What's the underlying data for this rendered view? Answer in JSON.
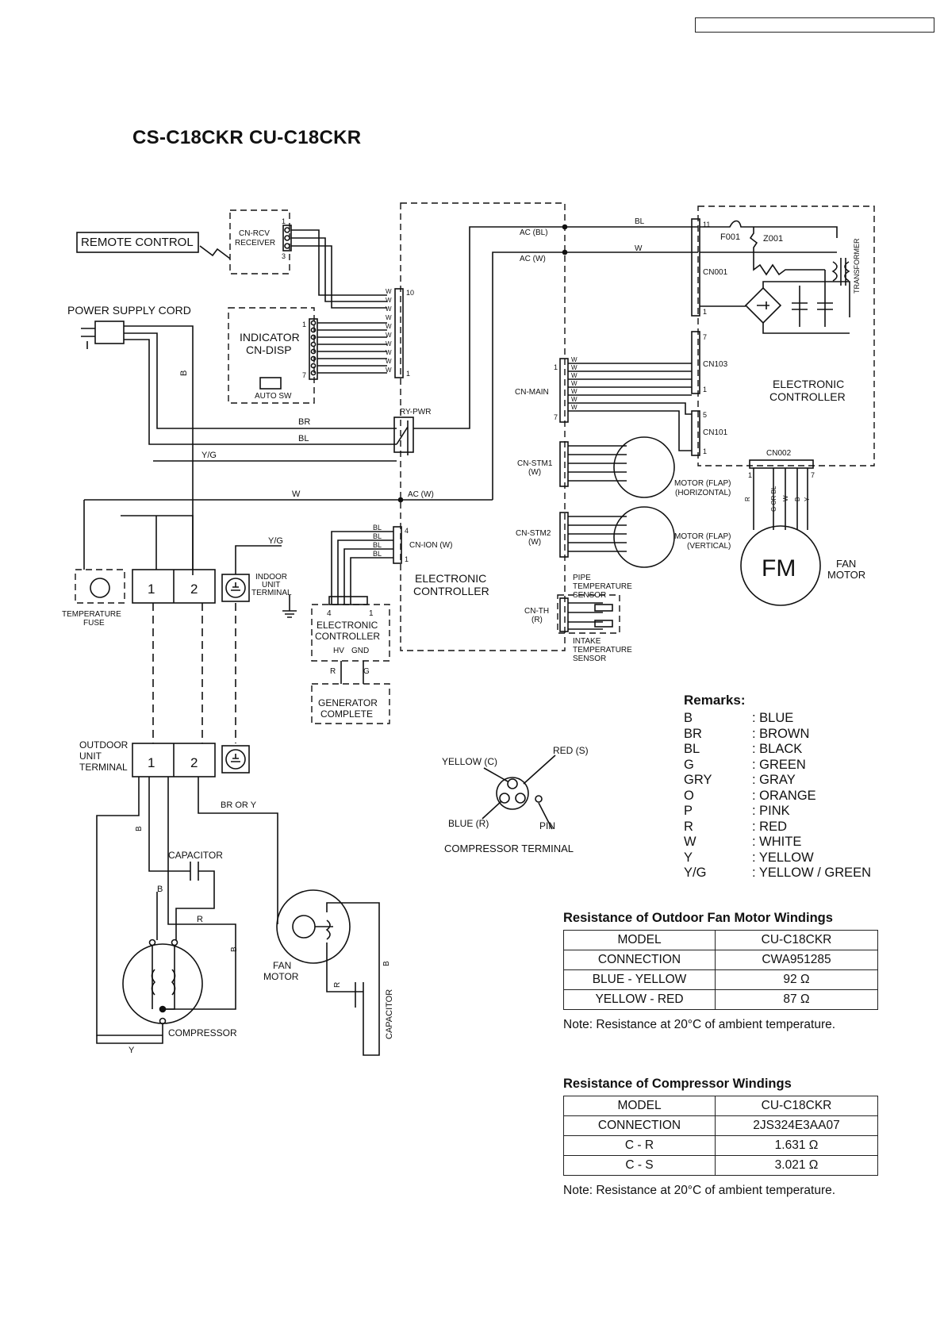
{
  "title": "CS-C18CKR  CU-C18CKR",
  "labels": {
    "remote_control": "REMOTE CONTROL",
    "power_supply_cord": "POWER SUPPLY CORD",
    "cn_rcv": "CN-RCV",
    "receiver": "RECEIVER",
    "indicator": "INDICATOR",
    "cn_disp": "CN-DISP",
    "auto_sw": "AUTO SW",
    "ac_bl": "AC (BL)",
    "ac_w": "AC (W)",
    "ac_w2": "AC (W)",
    "ry_pwr": "RY-PWR",
    "cn_main": "CN-MAIN",
    "cn_stm1": "CN-STM1",
    "cn_stm1_w": "(W)",
    "cn_stm2": "CN-STM2",
    "cn_stm2_w": "(W)",
    "cn_th": "CN-TH",
    "cn_th_r": "(R)",
    "cn_ion": "CN-ION (W)",
    "electronic": "ELECTRONIC",
    "controller": "CONTROLLER",
    "motor_flap_h": "MOTOR (FLAP)",
    "horizontal": "(HORIZONTAL)",
    "motor_flap_v": "MOTOR (FLAP)",
    "vertical": "(VERTICAL)",
    "pipe": "PIPE",
    "temperature": "TEMPERATURE",
    "sensor": "SENSOR",
    "intake": "INTAKE",
    "temperature2": "TEMPERATURE",
    "sensor2": "SENSOR",
    "f001": "F001",
    "z001": "Z001",
    "cn001": "CN001",
    "cn103": "CN103",
    "cn101": "CN101",
    "cn002": "CN002",
    "transformer": "TRANSFORMER",
    "fm": "FM",
    "fan": "FAN",
    "motor": "MOTOR",
    "temperature_fuse_1": "TEMPERATURE",
    "temperature_fuse_2": "FUSE",
    "indoor": "INDOOR",
    "unit": "UNIT",
    "terminal": "TERMINAL",
    "outdoor": "OUTDOOR",
    "unit2": "UNIT",
    "terminal2": "TERMINAL",
    "hv": "HV",
    "gnd": "GND",
    "generator": "GENERATOR",
    "complete": "COMPLETE",
    "capacitor": "CAPACITOR",
    "capacitor2": "CAPACITOR",
    "compressor": "COMPRESSOR",
    "fan_motor_out_1": "FAN",
    "fan_motor_out_2": "MOTOR",
    "br_or_y": "BR OR Y",
    "yellow_c": "YELLOW (C)",
    "red_s": "RED (S)",
    "blue_r": "BLUE (R)",
    "pin": "PIN",
    "compressor_terminal": "COMPRESSOR TERMINAL",
    "t1": "1",
    "t2": "2",
    "t1b": "1",
    "t2b": "2"
  },
  "wire_labels": {
    "B": "B",
    "BL": "BL",
    "W": "W",
    "BR": "BR",
    "YG": "Y/G",
    "Y": "Y",
    "R": "R",
    "GORBL": "G OR BL"
  },
  "remarks": {
    "heading": "Remarks:",
    "items": [
      {
        "code": "B",
        "name": ": BLUE"
      },
      {
        "code": "BR",
        "name": ": BROWN"
      },
      {
        "code": "BL",
        "name": ": BLACK"
      },
      {
        "code": "G",
        "name": ": GREEN"
      },
      {
        "code": "GRY",
        "name": ": GRAY"
      },
      {
        "code": "O",
        "name": ": ORANGE"
      },
      {
        "code": "P",
        "name": ": PINK"
      },
      {
        "code": "R",
        "name": ": RED"
      },
      {
        "code": "W",
        "name": ": WHITE"
      },
      {
        "code": "Y",
        "name": ": YELLOW"
      },
      {
        "code": "Y/G",
        "name": ": YELLOW / GREEN"
      }
    ]
  },
  "fan_table": {
    "title": "Resistance of Outdoor Fan Motor Windings",
    "rows": [
      [
        "MODEL",
        "CU-C18CKR"
      ],
      [
        "CONNECTION",
        "CWA951285"
      ],
      [
        "BLUE - YELLOW",
        "92 Ω"
      ],
      [
        "YELLOW - RED",
        "87 Ω"
      ]
    ],
    "note": "Note: Resistance at 20°C of ambient temperature."
  },
  "comp_table": {
    "title": "Resistance of Compressor Windings",
    "rows": [
      [
        "MODEL",
        "CU-C18CKR"
      ],
      [
        "CONNECTION",
        "2JS324E3AA07"
      ],
      [
        "C - R",
        "1.631 Ω"
      ],
      [
        "C - S",
        "3.021 Ω"
      ]
    ],
    "note": "Note: Resistance at 20°C of ambient temperature."
  }
}
